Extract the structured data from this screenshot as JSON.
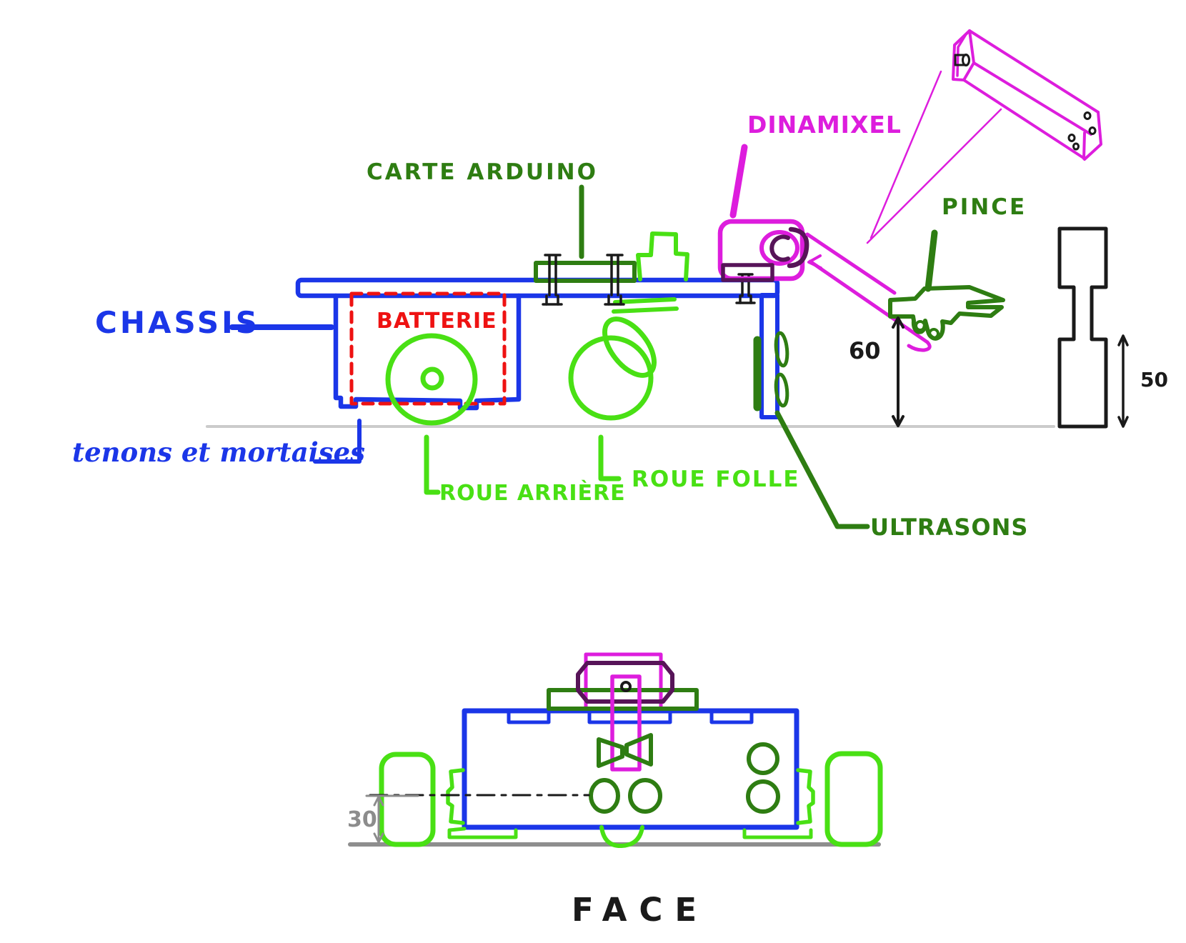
{
  "colors": {
    "blue": "#1b36e8",
    "bright_green": "#49e014",
    "dark_green": "#2e7d12",
    "magenta": "#dd1ddd",
    "dark_purple": "#571458",
    "red": "#ee1212",
    "black": "#1a1a1a",
    "ground_light": "#cbcbcb",
    "ground_dark": "#8e8e8e",
    "dim_gray": "#8c8c8c"
  },
  "side_view": {
    "labels": {
      "chassis": "CHASSIS",
      "batterie": "BATTERIE",
      "carte_arduino": "CARTE ARDUINO",
      "dinamixel": "DINAMIXEL",
      "pince": "PINCE",
      "tenons_mortaises": "tenons et mortaises",
      "roue_arriere": "ROUE ARRIÈRE",
      "roue_folle": "ROUE FOLLE",
      "ultrasons": "ULTRASONS"
    },
    "dimensions": {
      "pince_height": "60",
      "object_height": "50"
    }
  },
  "face_view": {
    "label": "FACE",
    "dimensions": {
      "axle_height": "30"
    }
  }
}
